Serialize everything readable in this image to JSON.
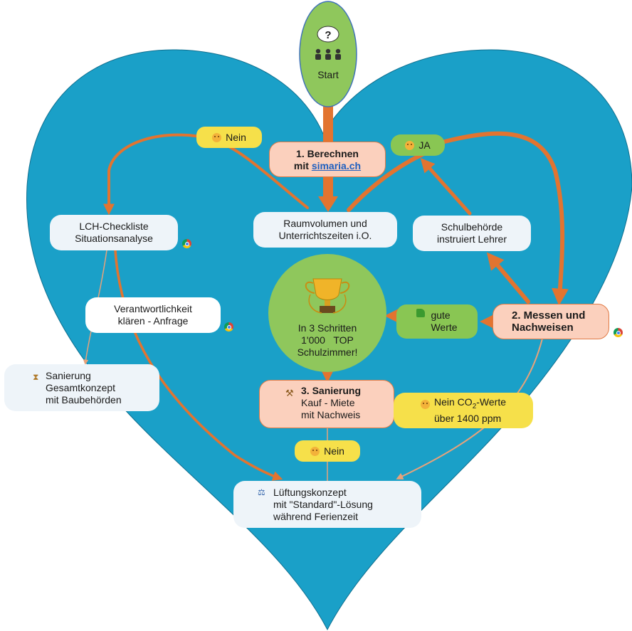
{
  "colors": {
    "heart": "#1aa0c8",
    "arrow": "#e27430",
    "arrow_light": "#e8a27a",
    "peach_fill": "#fbd0bd",
    "green_fill": "#89c653",
    "yellow_fill": "#f6e04a",
    "node_fill": "#eef4f9"
  },
  "start": {
    "label": "Start",
    "icon": "people-question-icon"
  },
  "nodes": {
    "berechnen": {
      "title": "1. Berechnen",
      "prefix": "mit ",
      "link": "simaria.ch"
    },
    "raumvolumen": {
      "line1": "Raumvolumen und",
      "line2": "Unterrichtszeiten i.O."
    },
    "checkliste": {
      "line1": "LCH-Checkliste",
      "line2": "Situationsanalyse"
    },
    "schulbehoerde": {
      "line1": "Schulbehörde",
      "line2": "instruiert Lehrer"
    },
    "verantwortlichkeit": {
      "line1": "Verantwortlichkeit",
      "line2": "klären - Anfrage"
    },
    "top": {
      "line1": "In 3 Schritten",
      "line2": "1'000   TOP",
      "line3": "Schulzimmer!",
      "icon": "trophy-icon"
    },
    "gute_werte": {
      "line1": "gute",
      "line2": "Werte",
      "icon": "thumbs-up-icon"
    },
    "messen": {
      "line1": "2. Messen und",
      "line2": "Nachweisen"
    },
    "gesamtkonzept": {
      "line1": "Sanierung",
      "line2": "Gesamtkonzept",
      "line3": "mit Baubehörden",
      "icon": "hourglass-icon"
    },
    "sanierung": {
      "title": "3. Sanierung",
      "line1": "Kauf - Miete",
      "line2": "mit Nachweis",
      "icon": "gavel-icon"
    },
    "co2": {
      "prefix": "Nein CO",
      "sub": "2",
      "suffix": "-Werte",
      "line2": "über 1400 ppm",
      "icon": "sad-face-icon"
    },
    "lueftung": {
      "line1": "Lüftungskonzept",
      "line2": "mit \"Standard\"-Lösung",
      "line3": "während Ferienzeit",
      "icon": "scales-icon"
    }
  },
  "badges": {
    "nein_top": {
      "label": "Nein",
      "icon": "confused-face-icon"
    },
    "ja": {
      "label": "JA",
      "icon": "smile-face-icon"
    },
    "nein_bottom": {
      "label": "Nein",
      "icon": "confused-face-icon"
    }
  }
}
